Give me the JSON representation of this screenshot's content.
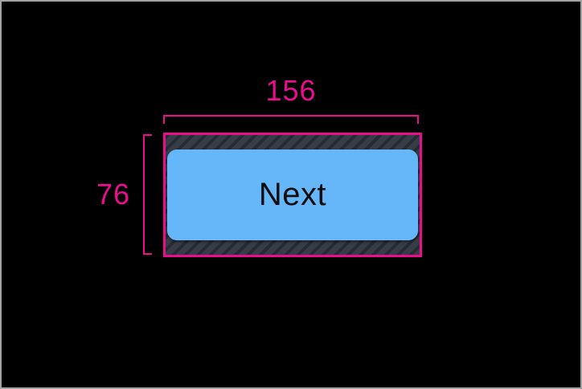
{
  "colors": {
    "canvas-bg": "#000000",
    "canvas-border": "#a3a3a3",
    "accent-pink": "#ec0c8e",
    "button-blue": "#65b7fa",
    "button-text": "#0a0c0e",
    "hatch-base": "#363d46",
    "hatch-stripe": "#262b32"
  },
  "measurements": {
    "width": {
      "label": "156"
    },
    "height": {
      "label": "76"
    }
  },
  "widget": {
    "button_label": "Next"
  }
}
